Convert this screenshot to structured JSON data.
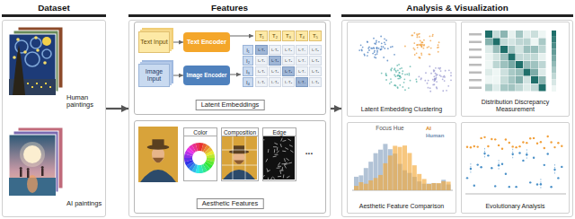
{
  "diagram": {
    "nodes": [
      {
        "text": [
          "Dataset"
        ]
      },
      {
        "text": [
          "Human paintings"
        ],
        "in": 0
      },
      {
        "text": [
          "AI paintings"
        ],
        "in": 0
      },
      {
        "text": [
          "Features"
        ]
      },
      {
        "text": [
          "Latent Embeddings"
        ],
        "in": 3
      },
      {
        "text": [
          "Text Input"
        ],
        "in": 4
      },
      {
        "text": [
          "Text Encoder"
        ],
        "in": 4
      },
      {
        "text": [
          "Image Input"
        ],
        "in": 4
      },
      {
        "text": [
          "Image Encoder"
        ],
        "in": 4
      },
      {
        "text": [
          "Aesthetic Features"
        ],
        "in": 3
      },
      {
        "text": [
          "Color"
        ],
        "in": 9
      },
      {
        "text": [
          "Composition"
        ],
        "in": 9
      },
      {
        "text": [
          "Edge"
        ],
        "in": 9
      },
      {
        "text": [
          "Analysis & Visualization"
        ]
      },
      {
        "text": [
          "Latent Embedding Clustering"
        ],
        "in": 13
      },
      {
        "text": [
          "Distribution Discrepancy Measurement"
        ],
        "in": 13
      },
      {
        "text": [
          "Aesthetic Feature Comparison"
        ],
        "in": 13
      },
      {
        "text": [
          "Evolutionary Analysis"
        ],
        "in": 13
      }
    ],
    "edges": [
      {
        "from": 0,
        "to": 3,
        "arrow": "to"
      },
      {
        "from": 3,
        "to": 13,
        "arrow": "to"
      },
      {
        "from": 5,
        "to": 6,
        "arrow": "to"
      },
      {
        "from": 7,
        "to": 8,
        "arrow": "to"
      }
    ],
    "labels": [
      "T₁",
      "T₂",
      "T₃",
      "T₄",
      "T₅",
      "I₁",
      "I₂",
      "I₃",
      "I₄",
      "I₁·T₁",
      "I₁·T₂",
      "I₁·T₃",
      "I₁·T₄",
      "I₁·T₅",
      "I₂·T₁",
      "I₂·T₂",
      "I₂·T₃",
      "I₂·T₄",
      "I₂·T₅",
      "I₃·T₁",
      "I₃·T₂",
      "I₃·T₃",
      "I₃·T₄",
      "I₃·T₅",
      "I₄·T₁",
      "I₄·T₂",
      "I₄·T₃",
      "I₄·T₄",
      "I₄·T₅",
      "...",
      "Focus Hue",
      "AI",
      "Human"
    ]
  }
}
